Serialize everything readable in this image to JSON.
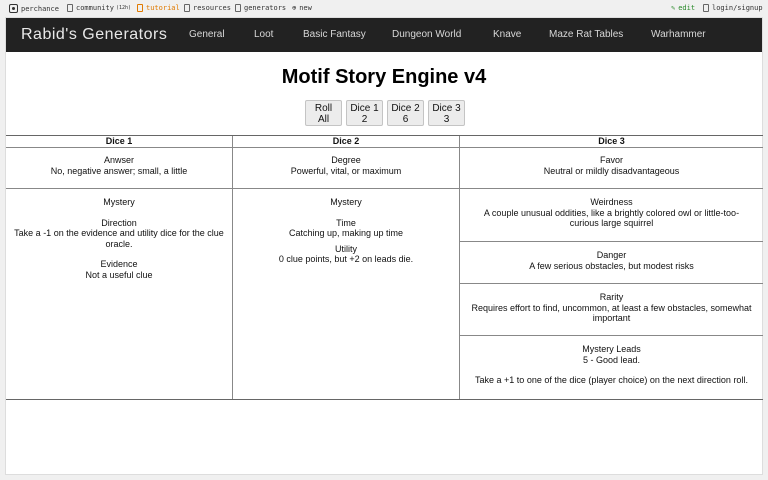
{
  "topbar": {
    "perchance": "perchance",
    "community": "community",
    "community_count": "(12h)",
    "tutorial": "tutorial",
    "resources": "resources",
    "generators": "generators",
    "new": "new",
    "edit": "edit",
    "login": "login/signup"
  },
  "navbar": {
    "brand": "Rabid's Generators",
    "links": [
      "General",
      "Loot",
      "Basic Fantasy",
      "Dungeon World",
      "Knave",
      "Maze Rat Tables",
      "Warhammer"
    ]
  },
  "title": "Motif Story Engine v4",
  "buttons": [
    {
      "line1": "Roll",
      "line2": "All"
    },
    {
      "line1": "Dice 1",
      "line2": "2"
    },
    {
      "line1": "Dice 2",
      "line2": "6"
    },
    {
      "line1": "Dice 3",
      "line2": "3"
    }
  ],
  "table": {
    "headers": [
      "Dice 1",
      "Dice 2",
      "Dice 3"
    ],
    "col1": {
      "answer_label": "Anwser",
      "answer_value": "No, negative answer; small, a little",
      "mystery": "Mystery",
      "direction_label": "Direction",
      "direction_value_1": "Take a -1 on the evidence and utility dice for the clue",
      "direction_value_2": "oracle.",
      "evidence_label": "Evidence",
      "evidence_value": "Not a useful clue"
    },
    "col2": {
      "degree_label": "Degree",
      "degree_value": "Powerful, vital, or maximum",
      "mystery": "Mystery",
      "time_label": "Time",
      "time_value": "Catching up, making up time",
      "utility_label": "Utility",
      "utility_value": "0 clue points, but +2 on leads die."
    },
    "col3": {
      "favor_label": "Favor",
      "favor_value": "Neutral or mildly disadvantageous",
      "weirdness_label": "Weirdness",
      "weirdness_value_1": "A couple unusual oddities, like a brightly colored owl or little-too-",
      "weirdness_value_2": "curious large squirrel",
      "danger_label": "Danger",
      "danger_value": "A few serious obstacles, but modest risks",
      "rarity_label": "Rarity",
      "rarity_value_1": "Requires effort to find, uncommon, at least a few obstacles, somewhat",
      "rarity_value_2": "important",
      "leads_label": "Mystery Leads",
      "leads_value": "5 - Good lead.",
      "leads_note": "Take a +1 to one of the dice (player choice) on the next direction roll."
    }
  }
}
